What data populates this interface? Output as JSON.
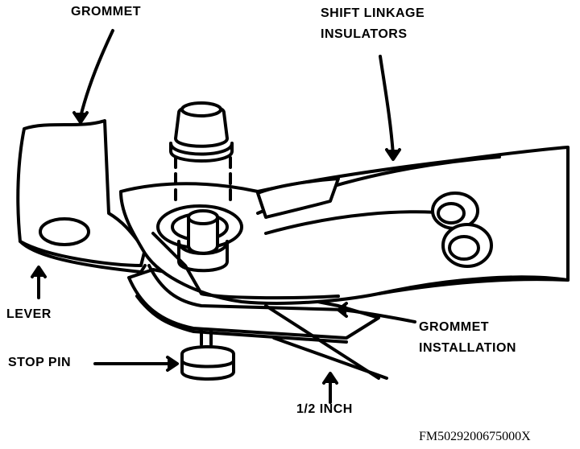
{
  "labels": {
    "grommet": "GROMMET",
    "shift_linkage_line1": "SHIFT LINKAGE",
    "shift_linkage_line2": "INSULATORS",
    "lever": "LEVER",
    "grommet_installation_line1": "GROMMET",
    "grommet_installation_line2": "INSTALLATION",
    "stop_pin": "STOP PIN",
    "half_inch": "1/2 INCH"
  },
  "figure_id": "FM5029200675000X",
  "colors": {
    "ink": "#000000",
    "paper": "#ffffff"
  }
}
